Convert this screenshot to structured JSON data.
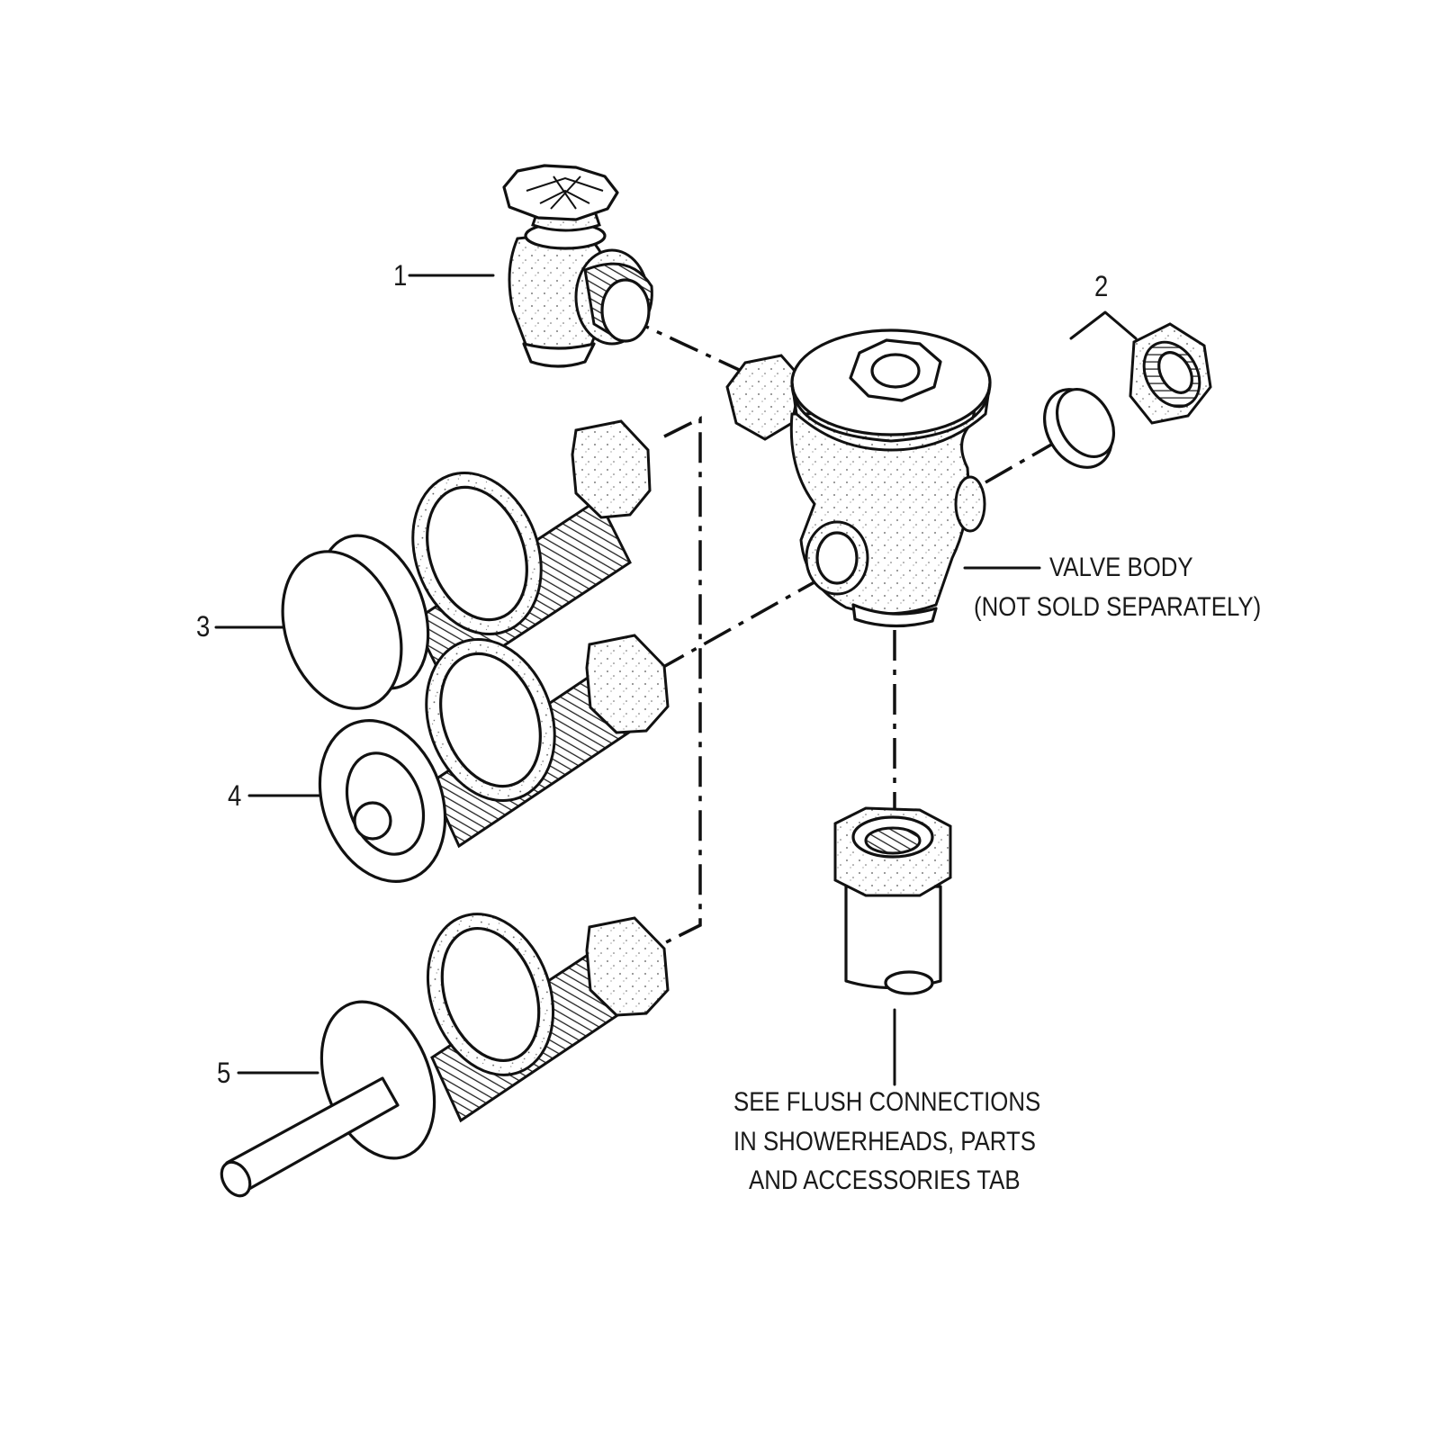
{
  "callouts": {
    "c1": "1",
    "c2": "2",
    "c3": "3",
    "c4": "4",
    "c5": "5"
  },
  "notes": {
    "valve_body_line1": "VALVE BODY",
    "valve_body_line2": "(NOT SOLD SEPARATELY)",
    "flush_line1": "SEE FLUSH CONNECTIONS",
    "flush_line2": "IN SHOWERHEADS, PARTS",
    "flush_line3": "AND ACCESSORIES TAB"
  },
  "colors": {
    "line": "#111111",
    "background": "#ffffff"
  }
}
